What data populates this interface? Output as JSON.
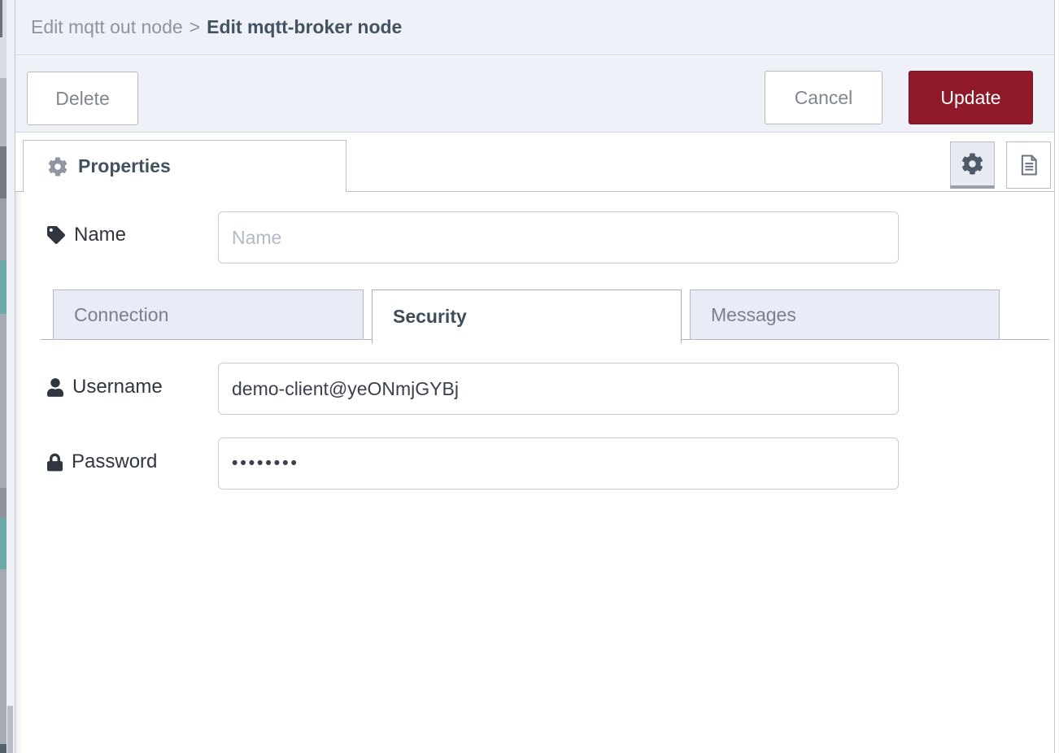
{
  "breadcrumb": {
    "parent": "Edit mqtt out node",
    "separator": ">",
    "current": "Edit mqtt-broker node"
  },
  "toolbar": {
    "delete_label": "Delete",
    "cancel_label": "Cancel",
    "update_label": "Update"
  },
  "panel": {
    "properties_label": "Properties",
    "icons": {
      "properties_tab": "cog-icon",
      "settings_button": "cog-icon",
      "docs_button": "document-icon"
    }
  },
  "form": {
    "name": {
      "label": "Name",
      "placeholder": "Name",
      "value": "",
      "icon": "tag-icon"
    },
    "tabs": {
      "connection": {
        "label": "Connection",
        "active": false
      },
      "security": {
        "label": "Security",
        "active": true
      },
      "messages": {
        "label": "Messages",
        "active": false
      }
    },
    "username": {
      "label": "Username",
      "value": "demo-client@yeONmjGYBj",
      "icon": "user-icon"
    },
    "password": {
      "label": "Password",
      "value": "••••••••",
      "icon": "lock-icon"
    }
  },
  "colors": {
    "accent_red": "#8F1829",
    "header_bg": "#EFF1F9",
    "inactive_tab_bg": "#E9EBF6",
    "active_text": "#44535F",
    "border": "#BABDC5"
  }
}
